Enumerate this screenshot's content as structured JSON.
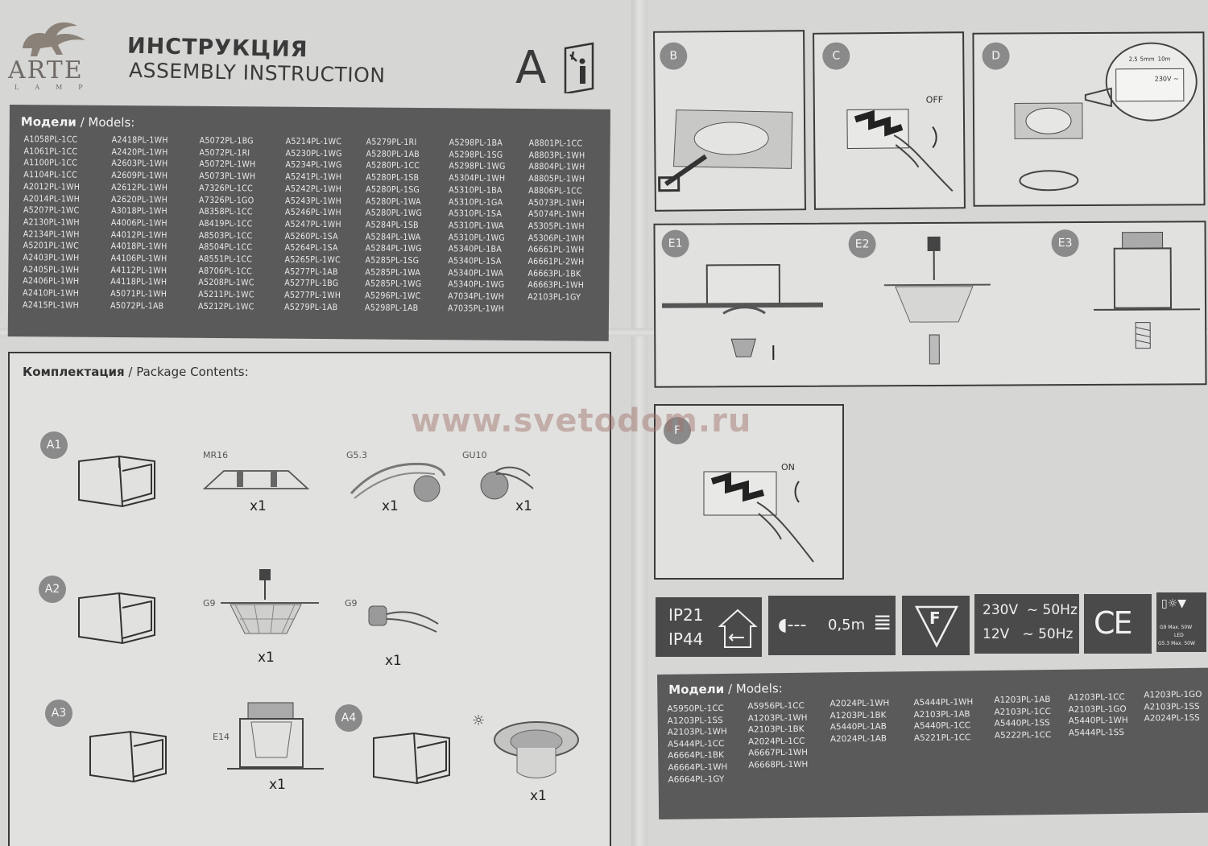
{
  "brand": {
    "name": "ARTE",
    "sub": "LAMP"
  },
  "header": {
    "title_ru": "ИНСТРУКЦИЯ",
    "title_en": "ASSEMBLY INSTRUCTION",
    "big_letter": "A",
    "info_icon": "i"
  },
  "models_top": {
    "label_ru": "Модели",
    "label_en": " / Models:",
    "columns": [
      "A1058PL-1CC\nA1061PL-1CC\nA1100PL-1CC\nA1104PL-1CC\nA2012PL-1WH\nA2014PL-1WH\nA5207PL-1WC\nA2130PL-1WH\nA2134PL-1WH\nA5201PL-1WC\nA2403PL-1WH\nA2405PL-1WH\nA2406PL-1WH\nA2410PL-1WH\nA2415PL-1WH",
      "A2418PL-1WH\nA2420PL-1WH\nA2603PL-1WH\nA2609PL-1WH\nA2612PL-1WH\nA2620PL-1WH\nA3018PL-1WH\nA4006PL-1WH\nA4012PL-1WH\nA4018PL-1WH\nA4106PL-1WH\nA4112PL-1WH\nA4118PL-1WH\nA5071PL-1WH\nA5072PL-1AB",
      "A5072PL-1BG\nA5072PL-1RI\nA5072PL-1WH\nA5073PL-1WH\nA7326PL-1CC\nA7326PL-1GO\nA8358PL-1CC\nA8419PL-1CC\nA8503PL-1CC\nA8504PL-1CC\nA8551PL-1CC\nA8706PL-1CC\nA5208PL-1WC\nA5211PL-1WC\nA5212PL-1WC",
      "A5214PL-1WC\nA5230PL-1WG\nA5234PL-1WG\nA5241PL-1WH\nA5242PL-1WH\nA5243PL-1WH\nA5246PL-1WH\nA5247PL-1WH\nA5260PL-1SA\nA5264PL-1SA\nA5265PL-1WC\nA5277PL-1AB\nA5277PL-1BG\nA5277PL-1WH\nA5279PL-1AB",
      "A5279PL-1RI\nA5280PL-1AB\nA5280PL-1CC\nA5280PL-1SB\nA5280PL-1SG\nA5280PL-1WA\nA5280PL-1WG\nA5284PL-1SB\nA5284PL-1WA\nA5284PL-1WG\nA5285PL-1SG\nA5285PL-1WA\nA5285PL-1WG\nA5296PL-1WC\nA5298PL-1AB",
      "A5298PL-1BA\nA5298PL-1SG\nA5298PL-1WG\nA5304PL-1WH\nA5310PL-1BA\nA5310PL-1GA\nA5310PL-1SA\nA5310PL-1WA\nA5310PL-1WG\nA5340PL-1BA\nA5340PL-1SA\nA5340PL-1WA\nA5340PL-1WG\nA7034PL-1WH\nA7035PL-1WH",
      "A8801PL-1CC\nA8803PL-1WH\nA8804PL-1WH\nA8805PL-1WH\nA8806PL-1CC\nA5073PL-1WH\nA5074PL-1WH\nA5305PL-1WH\nA5306PL-1WH\nA6661PL-1WH\nA6661PL-2WH\nA6663PL-1BK\nA6663PL-1WH\nA2103PL-1GY"
    ]
  },
  "package": {
    "label_ru": "Комплектация",
    "label_en": " / Package Contents:",
    "a1": {
      "step": "A1",
      "mr16": "MR16",
      "g53": "G5.3",
      "gu10": "GU10",
      "q1": "x1",
      "q2": "x1",
      "q3": "x1"
    },
    "a2": {
      "step": "A2",
      "g9a": "G9",
      "g9b": "G9",
      "q1": "x1",
      "q2": "x1"
    },
    "a3": {
      "step": "A3",
      "e14": "E14",
      "q1": "x1"
    },
    "a4": {
      "step": "A4",
      "q1": "x1"
    }
  },
  "steps": {
    "b": "B",
    "c": "C",
    "d": "D",
    "e1": "E1",
    "e2": "E2",
    "e3": "E3",
    "f": "F",
    "off": "OFF",
    "on": "ON",
    "wire1": "2,5",
    "wire2": "5mm",
    "wire3": "10m",
    "volt": "230V ~"
  },
  "symbols": {
    "ip1": "IP21",
    "ip2": "IP44",
    "dist": "0,5m",
    "f": "F",
    "v1": "230V  ~ 50Hz",
    "v2": "12V   ~ 50Hz",
    "ce": "CE",
    "lamp1": "G9 Max. 50W",
    "lamp2": "LED",
    "lamp3": "G5.3 Max. 50W"
  },
  "models_bottom": {
    "label_ru": "Модели",
    "label_en": " / Models:",
    "columns": [
      "A5950PL-1CC\nA1203PL-1SS\nA2103PL-1WH\nA5444PL-1CC\nA6664PL-1BK\nA6664PL-1WH\nA6664PL-1GY",
      "A5956PL-1CC\nA1203PL-1WH\nA2103PL-1BK\nA2024PL-1CC\nA6667PL-1WH\nA6668PL-1WH",
      "A2024PL-1WH\nA1203PL-1BK\nA5440PL-1AB\nA2024PL-1AB",
      "A5444PL-1WH\nA2103PL-1AB\nA5440PL-1CC\nA5221PL-1CC",
      "A1203PL-1AB\nA2103PL-1CC\nA5440PL-1SS\nA5222PL-1CC",
      "A1203PL-1CC\nA2103PL-1GO\nA5440PL-1WH\nA5444PL-1SS",
      "A1203PL-1GO\nA2103PL-1SS\nA2024PL-1SS"
    ]
  },
  "watermark": "www.svetodom.ru"
}
